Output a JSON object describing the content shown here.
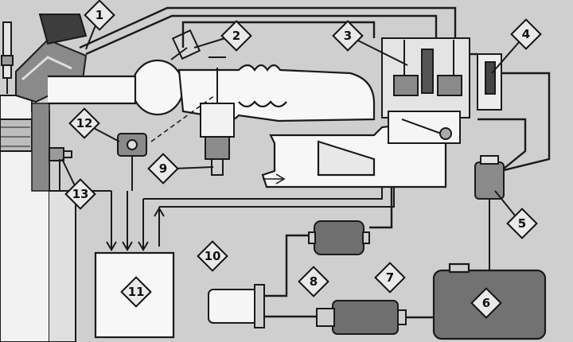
{
  "colors": {
    "background": "#cfcfcf",
    "line": "#1a1a1a",
    "fill_light": "#f2f2f2",
    "fill_dark": "#6f6f6f",
    "callout_fill": "#e9e9e9"
  },
  "callouts": [
    {
      "id": "1",
      "label": "1"
    },
    {
      "id": "2",
      "label": "2"
    },
    {
      "id": "3",
      "label": "3"
    },
    {
      "id": "4",
      "label": "4"
    },
    {
      "id": "5",
      "label": "5"
    },
    {
      "id": "6",
      "label": "6"
    },
    {
      "id": "7",
      "label": "7"
    },
    {
      "id": "8",
      "label": "8"
    },
    {
      "id": "9",
      "label": "9"
    },
    {
      "id": "10",
      "label": "10"
    },
    {
      "id": "11",
      "label": "11"
    },
    {
      "id": "12",
      "label": "12"
    },
    {
      "id": "13",
      "label": "13"
    }
  ]
}
